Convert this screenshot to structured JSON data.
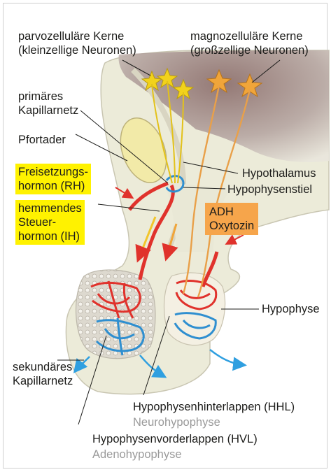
{
  "labels": {
    "parvo_line1": "parvozelluläre Kerne",
    "parvo_line2": "(kleinzellige Neuronen)",
    "magno_line1": "magnozelluläre Kerne",
    "magno_line2": "(großzellige Neuronen)",
    "primary_line1": "primäres",
    "primary_line2": "Kapillarnetz",
    "pfortader": "Pfortader",
    "rh_line1": "Freisetzungs-",
    "rh_line2": "hormon (RH)",
    "ih_line1": "hemmendes",
    "ih_line2": "Steuer-",
    "ih_line3": "hormon (IH)",
    "hypothalamus": "Hypothalamus",
    "stiel": "Hypophysenstiel",
    "adh": "ADH",
    "oxytozin": "Oxytozin",
    "hypophyse": "Hypophyse",
    "secondary_line1": "sekundäres",
    "secondary_line2": "Kapillarnetz",
    "hhl": "Hypophysenhinterlappen (HHL)",
    "neuro": "Neurohypophyse",
    "hvl": "Hypophysenvorderlappen (HVL)",
    "adeno": "Adenohypophyse"
  },
  "colors": {
    "highlight_yellow": "#fff200",
    "highlight_orange": "#f6a54b",
    "artery_red": "#e0322c",
    "vein_blue": "#2f8fd0",
    "neuron_yellow": "#f2d21b",
    "neuron_orange": "#f0a53a",
    "tissue": "#ecebd9"
  }
}
